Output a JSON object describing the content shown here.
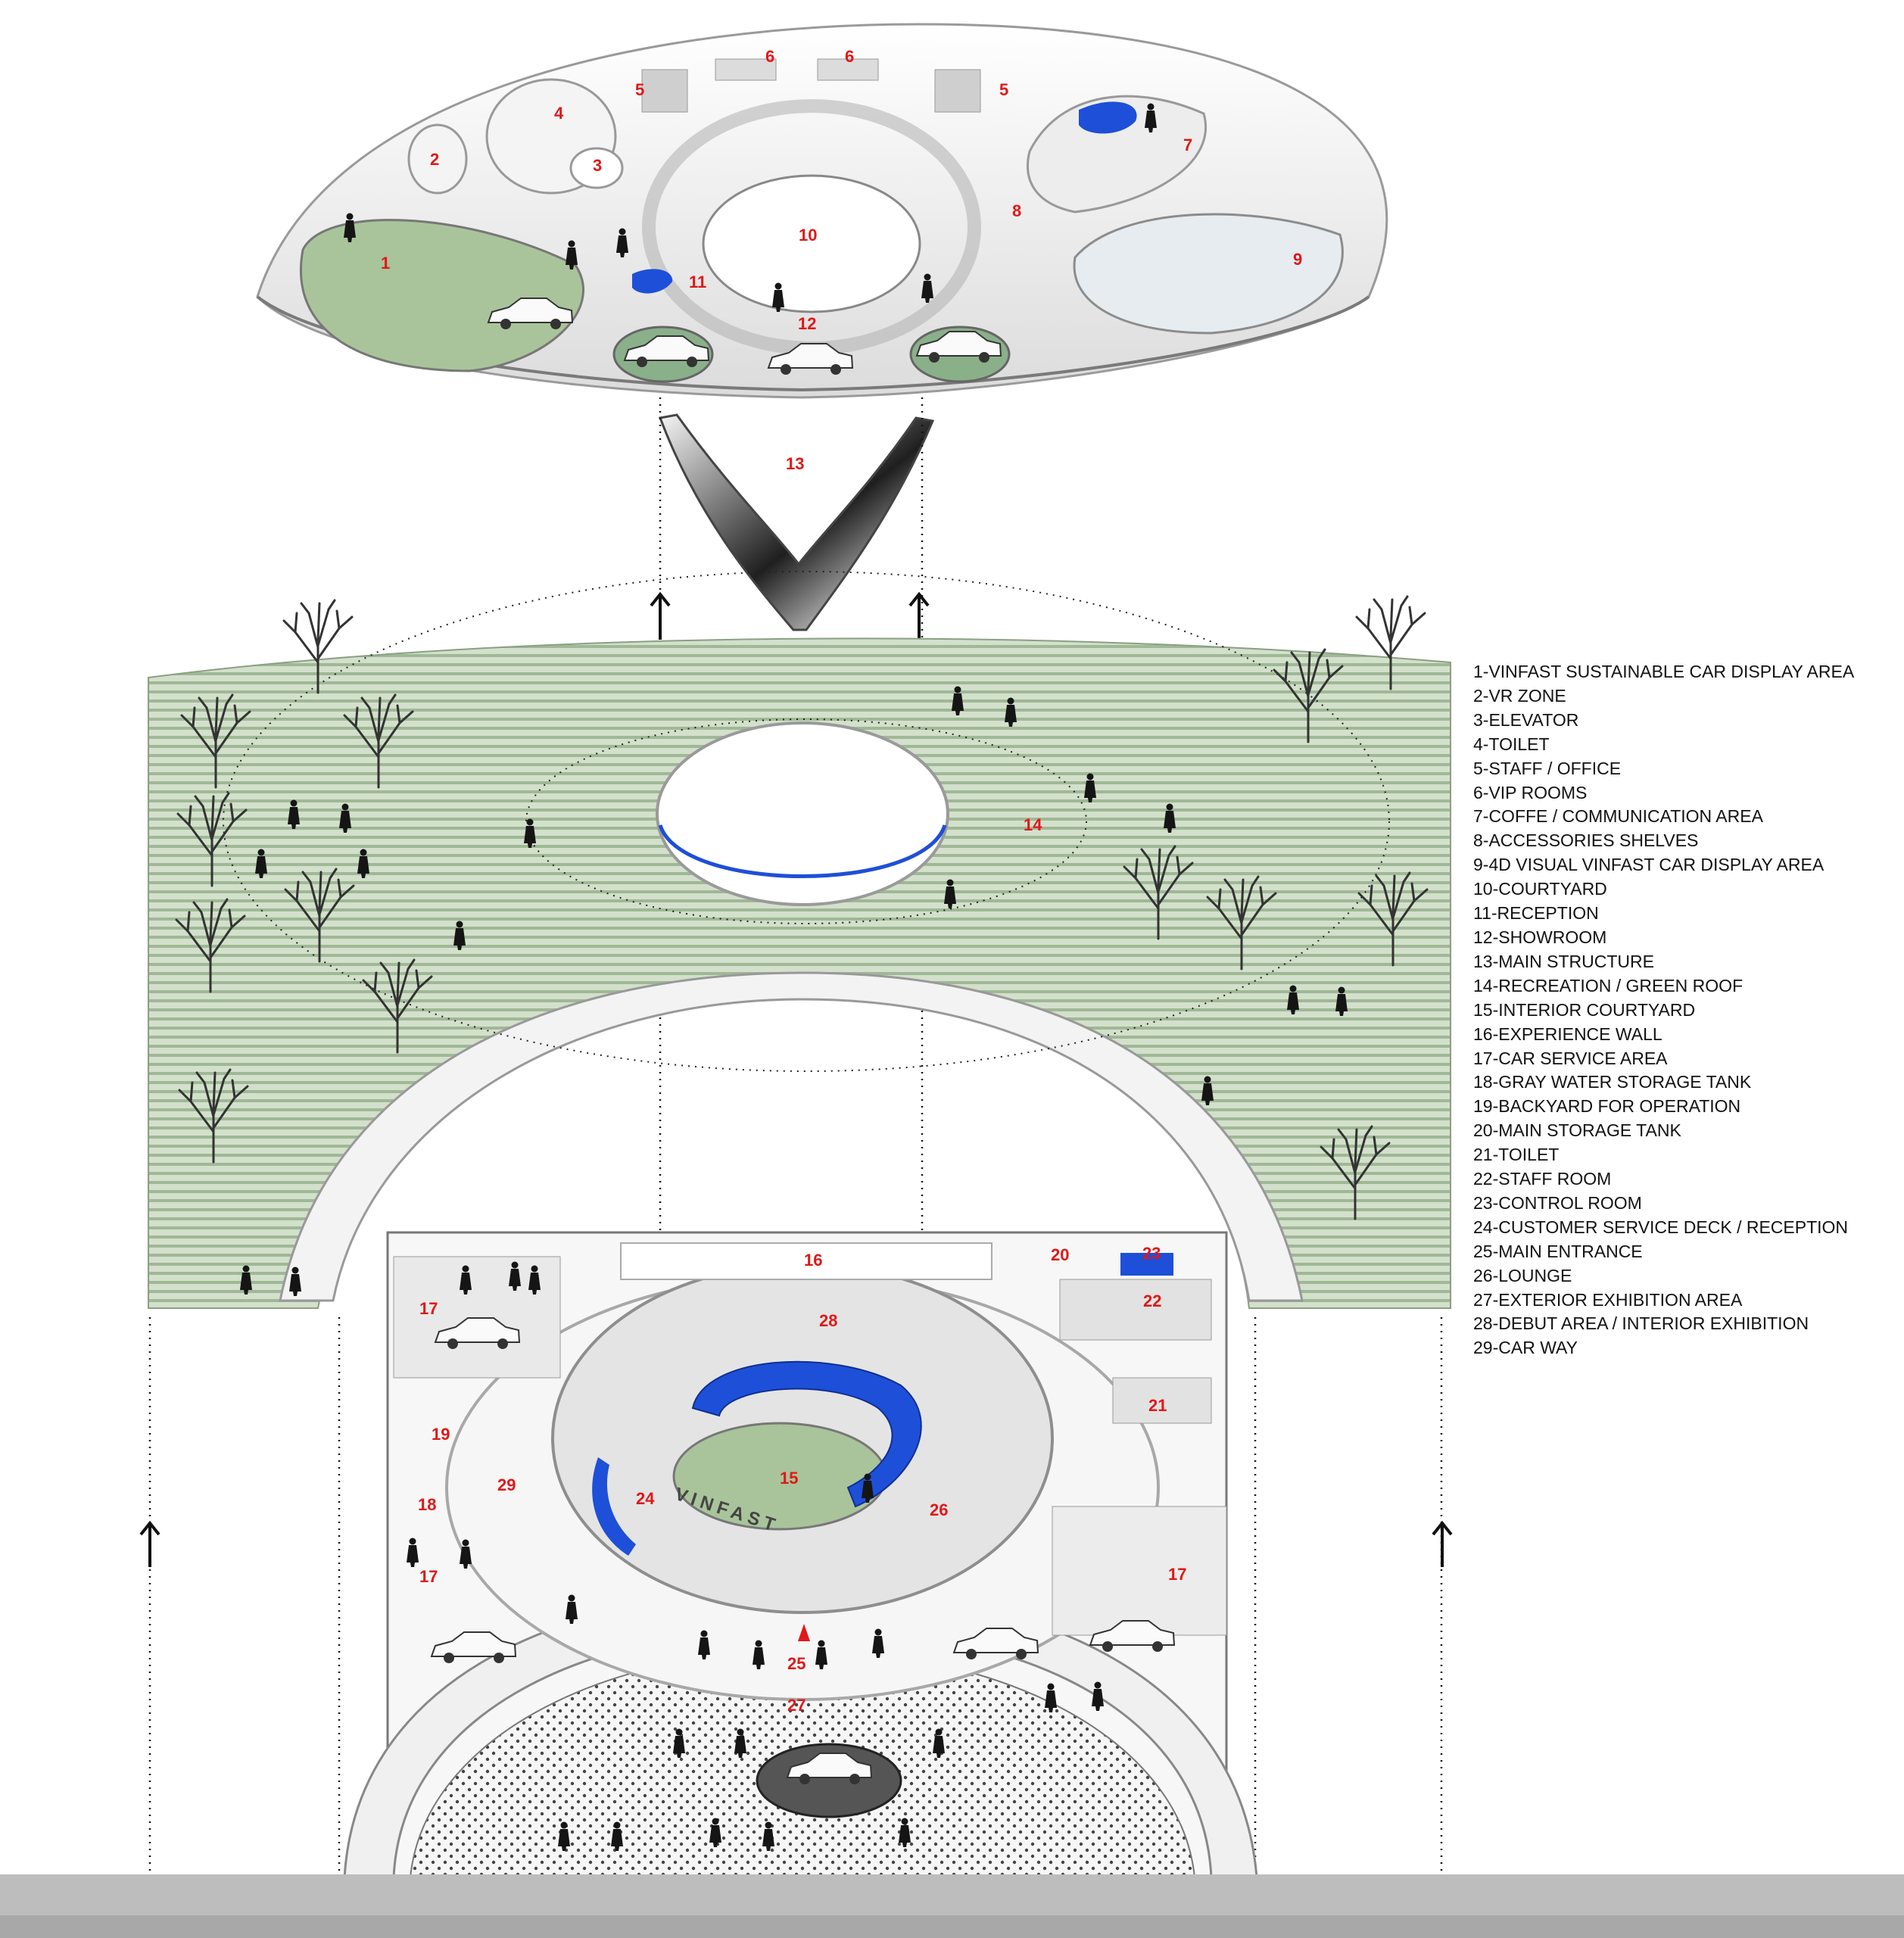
{
  "colors": {
    "marker": "#e01818",
    "accent_blue": "#1e4fd8",
    "green_roof": "#c8d8bf",
    "lawn": "#a9c49a",
    "structure": "#f2f2f2",
    "ground": "#bdbdbd"
  },
  "markers": {
    "m1": "1",
    "m2": "2",
    "m3": "3",
    "m4": "4",
    "m5a": "5",
    "m5b": "5",
    "m6a": "6",
    "m6b": "6",
    "m7": "7",
    "m8": "8",
    "m9": "9",
    "m10": "10",
    "m11": "11",
    "m12": "12",
    "m13": "13",
    "m14": "14",
    "m15": "15",
    "m16": "16",
    "m17a": "17",
    "m17b": "17",
    "m17c": "17",
    "m18": "18",
    "m19": "19",
    "m20": "20",
    "m21": "21",
    "m22": "22",
    "m23": "23",
    "m24": "24",
    "m25": "25",
    "m26": "26",
    "m27": "27",
    "m28": "28",
    "m29": "29"
  },
  "vehicle_text": "VINFAST",
  "legend": [
    "1-VINFAST SUSTAINABLE CAR DISPLAY AREA",
    "2-VR ZONE",
    "3-ELEVATOR",
    "4-TOILET",
    "5-STAFF / OFFICE",
    "6-VIP ROOMS",
    "7-COFFE / COMMUNICATION AREA",
    "8-ACCESSORIES SHELVES",
    "9-4D VISUAL VINFAST CAR DISPLAY AREA",
    "10-COURTYARD",
    "11-RECEPTION",
    "12-SHOWROOM",
    "13-MAIN STRUCTURE",
    "14-RECREATION / GREEN ROOF",
    "15-INTERIOR COURTYARD",
    "16-EXPERIENCE WALL",
    "17-CAR SERVICE AREA",
    "18-GRAY WATER STORAGE TANK",
    "19-BACKYARD FOR OPERATION",
    "20-MAIN STORAGE TANK",
    "21-TOILET",
    "22-STAFF ROOM",
    "23-CONTROL ROOM",
    "24-CUSTOMER SERVICE DECK / RECEPTION",
    "25-MAIN ENTRANCE",
    "26-LOUNGE",
    "27-EXTERIOR EXHIBITION AREA",
    "28-DEBUT AREA / INTERIOR EXHIBITION",
    "29-CAR WAY"
  ]
}
